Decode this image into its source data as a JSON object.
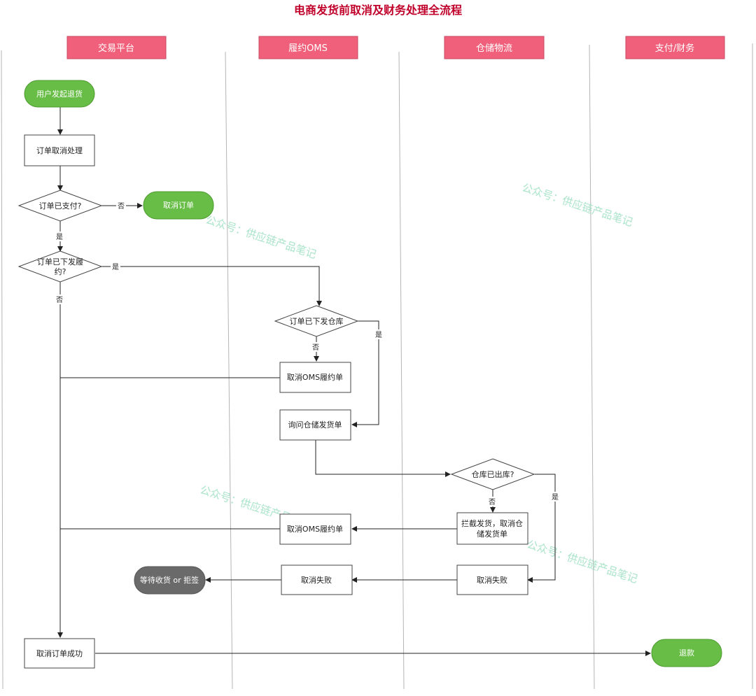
{
  "title": "电商发货前取消及财务处理全流程",
  "lanes": [
    {
      "label": "交易平台"
    },
    {
      "label": "履约OMS"
    },
    {
      "label": "仓储物流"
    },
    {
      "label": "支付/财务"
    }
  ],
  "nodes": {
    "start": "用户发起退货",
    "order_cancel": "订单取消处理",
    "paid_q": "订单已支付?",
    "cancel_order": "取消订单",
    "dispatched_q_line1": "订单已下发履",
    "dispatched_q_line2": "约?",
    "sent_wh_q": "订单已下发仓库",
    "cancel_oms_1": "取消OMS履约单",
    "query_wh": "询问仓储发货单",
    "outbound_q": "仓库已出库?",
    "intercept_line1": "拦截发货，取消仓",
    "intercept_line2": "储发货单",
    "cancel_oms_2": "取消OMS履约单",
    "fail_oms": "取消失败",
    "fail_wh": "取消失败",
    "await": "等待收货 or 拒签",
    "cancel_success": "取消订单成功",
    "refund": "退款"
  },
  "edge_labels": {
    "no": "否",
    "yes": "是"
  },
  "watermark": "公众号：供应链产品笔记",
  "colors": {
    "lane_header": "#f0607a",
    "title": "#c0002a",
    "terminal_green": "#67bd45",
    "terminal_gray": "#6a6a6a",
    "watermark": "#9fe0c3"
  }
}
